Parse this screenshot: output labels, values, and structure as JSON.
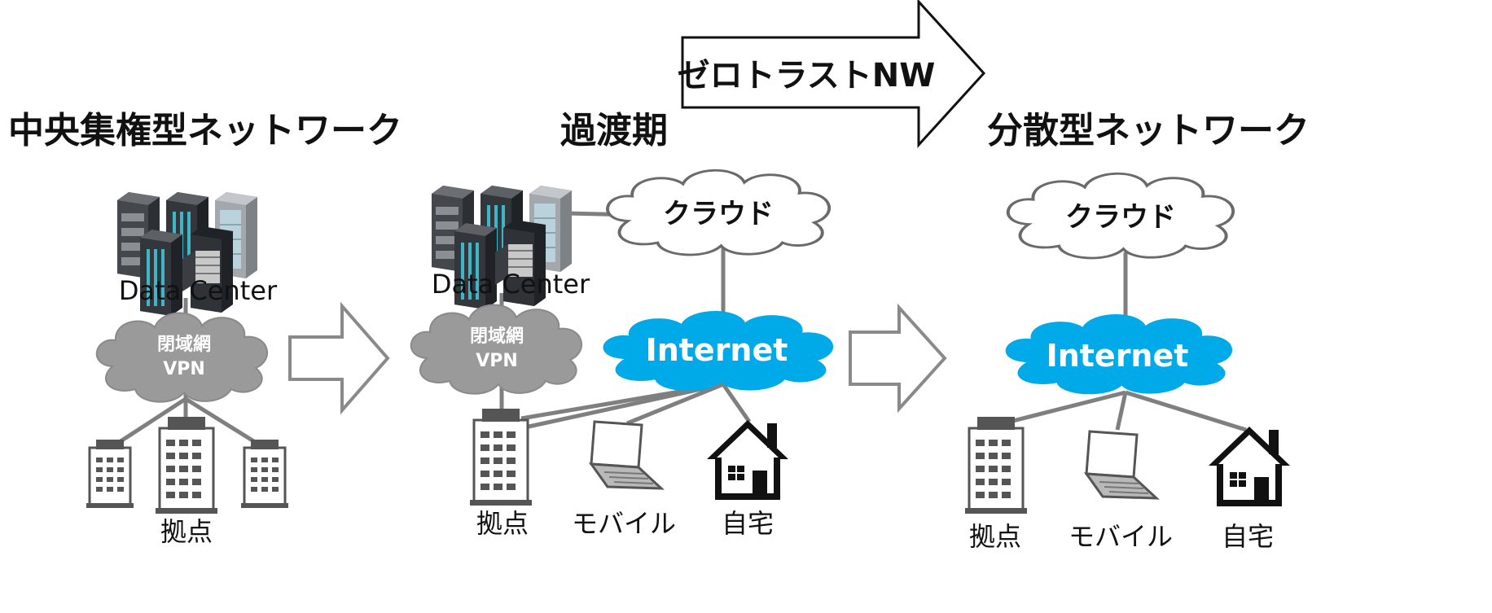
{
  "headings": {
    "central": "中央集権型ネットワーク",
    "transition": "過渡期",
    "distributed": "分散型ネットワーク",
    "zero_trust": "ゼロトラストNW"
  },
  "labels": {
    "data_center": "Data Center",
    "closed_net_line1": "閉域網",
    "closed_net_line2": "VPN",
    "cloud": "クラウド",
    "internet": "Internet",
    "site": "拠点",
    "mobile": "モバイル",
    "home": "自宅"
  },
  "colors": {
    "internet": "#00a9e8",
    "closed_net": "#9a9a9a",
    "line": "#7f7f7f",
    "cloud_stroke": "#6a6a6a"
  }
}
